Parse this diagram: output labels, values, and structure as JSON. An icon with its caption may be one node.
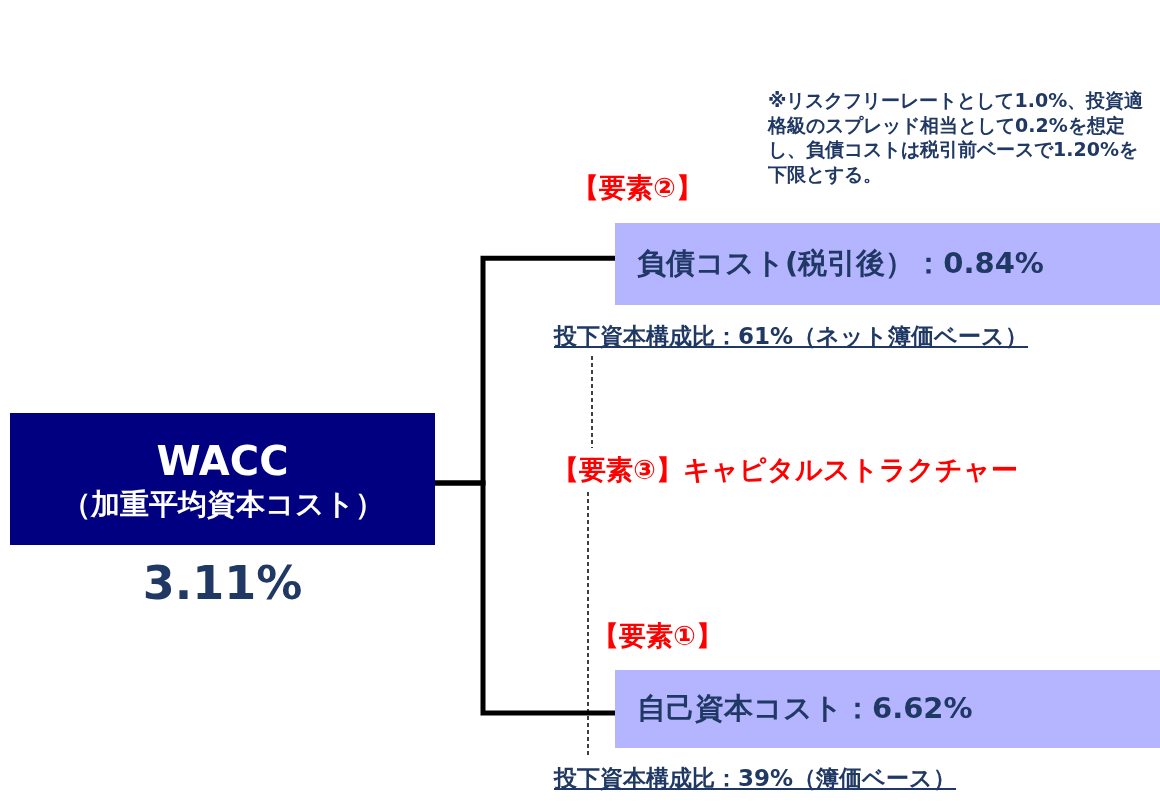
{
  "diagram": {
    "nodes": [
      {
        "text": [
          "WACC",
          "（加重平均資本コスト）"
        ],
        "beside": [
          "3.11%"
        ]
      },
      {
        "text": [
          "負債コスト(税引後）：0.84%"
        ],
        "beside": [
          "【要素②】"
        ]
      },
      {
        "text": [
          "投下資本構成比：61%（ネット簿価ベース）"
        ]
      },
      {
        "text": [
          "【要素③】キャピタルストラクチャー"
        ]
      },
      {
        "text": [
          "自己資本コスト：6.62%"
        ],
        "beside": [
          "【要素①】"
        ]
      },
      {
        "text": [
          "投下資本構成比：39%（簿価ベース）"
        ]
      }
    ],
    "edges": [
      {
        "from": 0,
        "to": 1,
        "arrow": "none",
        "style": "thick"
      },
      {
        "from": 0,
        "to": 4,
        "arrow": "none",
        "style": "thick"
      },
      {
        "from": 2,
        "to": 3,
        "arrow": "none",
        "style": "dashed"
      },
      {
        "from": 3,
        "to": 5,
        "arrow": "none",
        "style": "dashed"
      }
    ],
    "labels": [
      "※リスクフリーレートとして1.0%、投資適格級のスプレッド相当として0.2%を想定し、負債コストは税引前ベースで1.20%を下限とする。"
    ]
  }
}
